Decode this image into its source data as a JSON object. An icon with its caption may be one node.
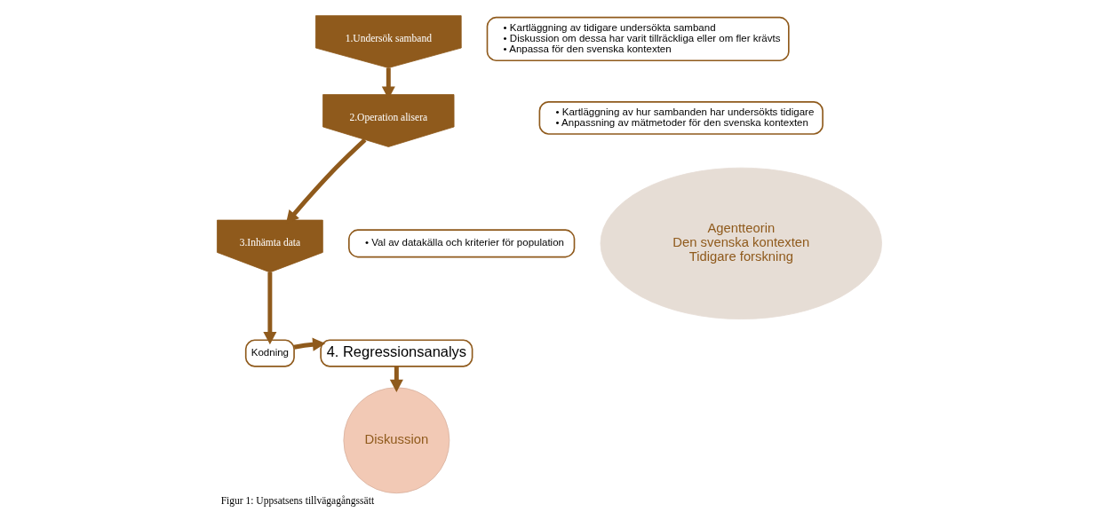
{
  "diagram": {
    "caption": "Figur 1: Uppsatsens tillvägagångssätt",
    "nodes": [
      {
        "text": [
          "1.Undersök samband"
        ]
      },
      {
        "text": [
          "• Kartläggning av tidigare undersökta samband",
          "• Diskussion om dessa har varit tillräckliga eller om fler krävts",
          "• Anpassa för den svenska kontexten"
        ]
      },
      {
        "text": [
          "2.Operation alisera"
        ]
      },
      {
        "text": [
          "• Kartläggning av hur sambanden har undersökts tidigare",
          "• Anpassning av mätmetoder för den svenska kontexten"
        ]
      },
      {
        "text": [
          "3.Inhämta data"
        ]
      },
      {
        "text": [
          "• Val av datakälla och kriterier för population"
        ]
      },
      {
        "text": [
          "Kodning"
        ]
      },
      {
        "text": [
          "4. Regressionsanalys"
        ]
      },
      {
        "text": [
          "Agentteorin",
          "Den svenska kontexten",
          "Tidigare forskning"
        ]
      },
      {
        "text": [
          "Diskussion"
        ]
      }
    ],
    "edges": [
      {
        "from": 0,
        "to": 2,
        "arrow": "to"
      },
      {
        "from": 2,
        "to": 4,
        "arrow": "to"
      },
      {
        "from": 4,
        "to": 6,
        "arrow": "to"
      },
      {
        "from": 6,
        "to": 7,
        "arrow": "to"
      },
      {
        "from": 7,
        "to": 9,
        "arrow": "to"
      }
    ]
  }
}
